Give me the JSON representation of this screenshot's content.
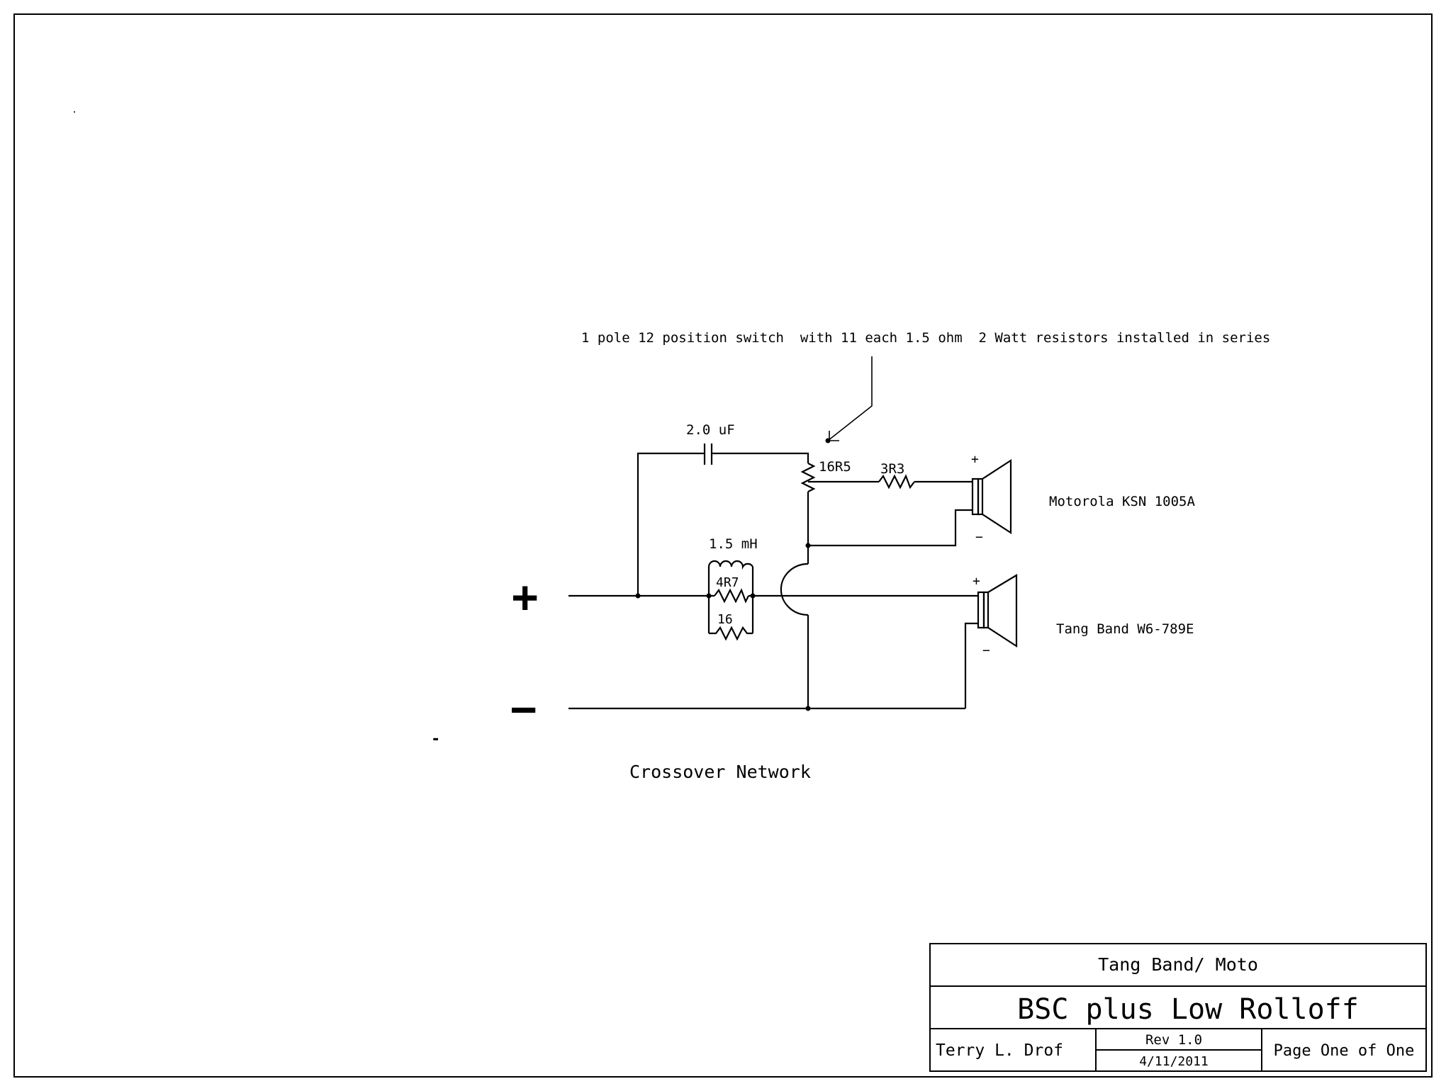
{
  "annotation": {
    "switch_note": "1 pole 12 position switch  with 11 each 1.5 ohm  2 Watt resistors installed in series"
  },
  "terminals": {
    "positive": "+",
    "negative": "−"
  },
  "components": {
    "capacitor_label": "2.0 uF",
    "pot_label": "16R5",
    "series_resistor_label": "3R3",
    "inductor_label": "1.5 mH",
    "resistor_upper_label": "4R7",
    "resistor_lower_label": "16"
  },
  "speakers": {
    "tweeter": {
      "name": "Motorola KSN 1005A",
      "plus": "+",
      "minus": "−"
    },
    "woofer": {
      "name": "Tang Band W6-789E",
      "plus": "+",
      "minus": "−"
    }
  },
  "caption": "Crossover Network",
  "stray_mark": "-",
  "title_block": {
    "project": "Tang Band/ Moto",
    "title": "BSC plus Low Rolloff",
    "author": "Terry L. Drof",
    "revision": "Rev 1.0",
    "date": "4/11/2011",
    "page": "Page One of One"
  }
}
